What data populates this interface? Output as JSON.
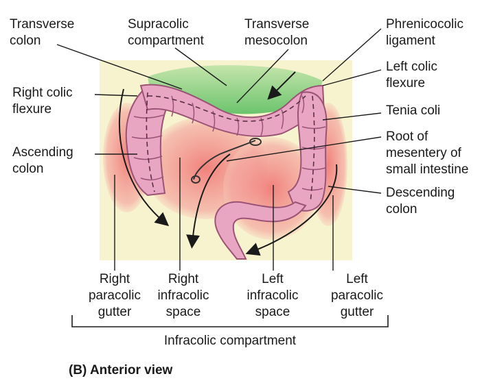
{
  "labels": {
    "transverse_colon": [
      "Transverse",
      "colon"
    ],
    "supracolic_compartment": [
      "Supracolic",
      "compartment"
    ],
    "transverse_mesocolon": [
      "Transverse",
      "mesocolon"
    ],
    "phrenicocolic_ligament": [
      "Phrenicocolic",
      "ligament"
    ],
    "right_colic_flexure": [
      "Right colic",
      "flexure"
    ],
    "left_colic_flexure": [
      "Left colic",
      "flexure"
    ],
    "tenia_coli": [
      "Tenia coli"
    ],
    "ascending_colon": [
      "Ascending",
      "colon"
    ],
    "root_of_mesentery": [
      "Root of",
      "mesentery of",
      "small intestine"
    ],
    "descending_colon": [
      "Descending",
      "colon"
    ],
    "right_paracolic_gutter": [
      "Right",
      "paracolic",
      "gutter"
    ],
    "right_infracolic_space": [
      "Right",
      "infracolic",
      "space"
    ],
    "left_infracolic_space": [
      "Left",
      "infracolic",
      "space"
    ],
    "left_paracolic_gutter": [
      "Left",
      "paracolic",
      "gutter"
    ],
    "infracolic_compartment": "Infracolic compartment"
  },
  "caption": "(B) Anterior view",
  "colors": {
    "background_panel": "#f8f3cf",
    "supracolic_green": "#7fc77a",
    "infracolic_red": "#ee8a86",
    "colon_pink": "#e9a6c3",
    "colon_outline": "#9a5275",
    "leader_line": "#1a1a1a"
  }
}
